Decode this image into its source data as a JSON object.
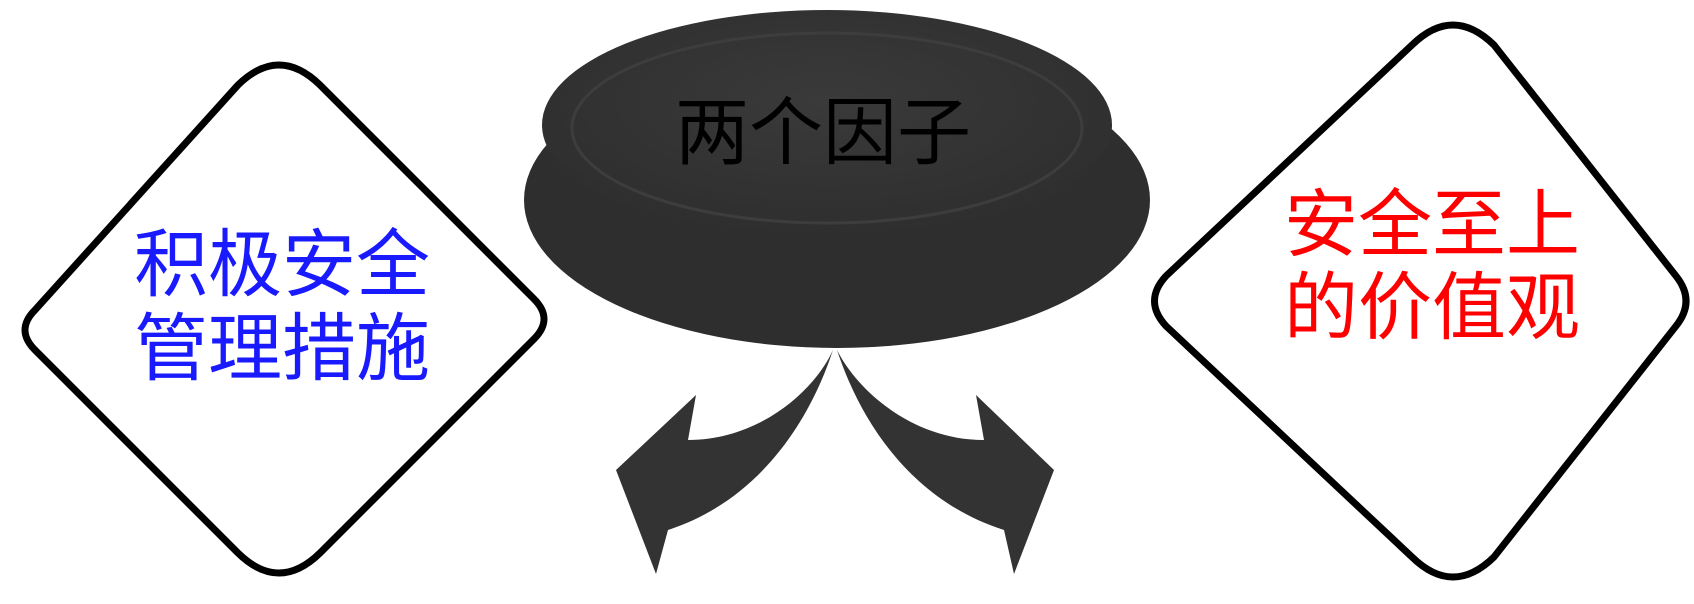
{
  "center": {
    "title": "两个因子",
    "fill_color": "#333333",
    "text_color": "#000000"
  },
  "left_factor": {
    "lines": [
      "积极安全",
      "管理措施"
    ],
    "text_color": "#1a1aff"
  },
  "right_factor": {
    "lines": [
      "安全至上",
      "的价值观"
    ],
    "text_color": "#ff0000"
  },
  "arrows": {
    "fill_color": "#333333",
    "directions": [
      "down-left",
      "down-right"
    ]
  },
  "colors": {
    "background": "#ffffff",
    "diamond_outline": "#000000"
  }
}
